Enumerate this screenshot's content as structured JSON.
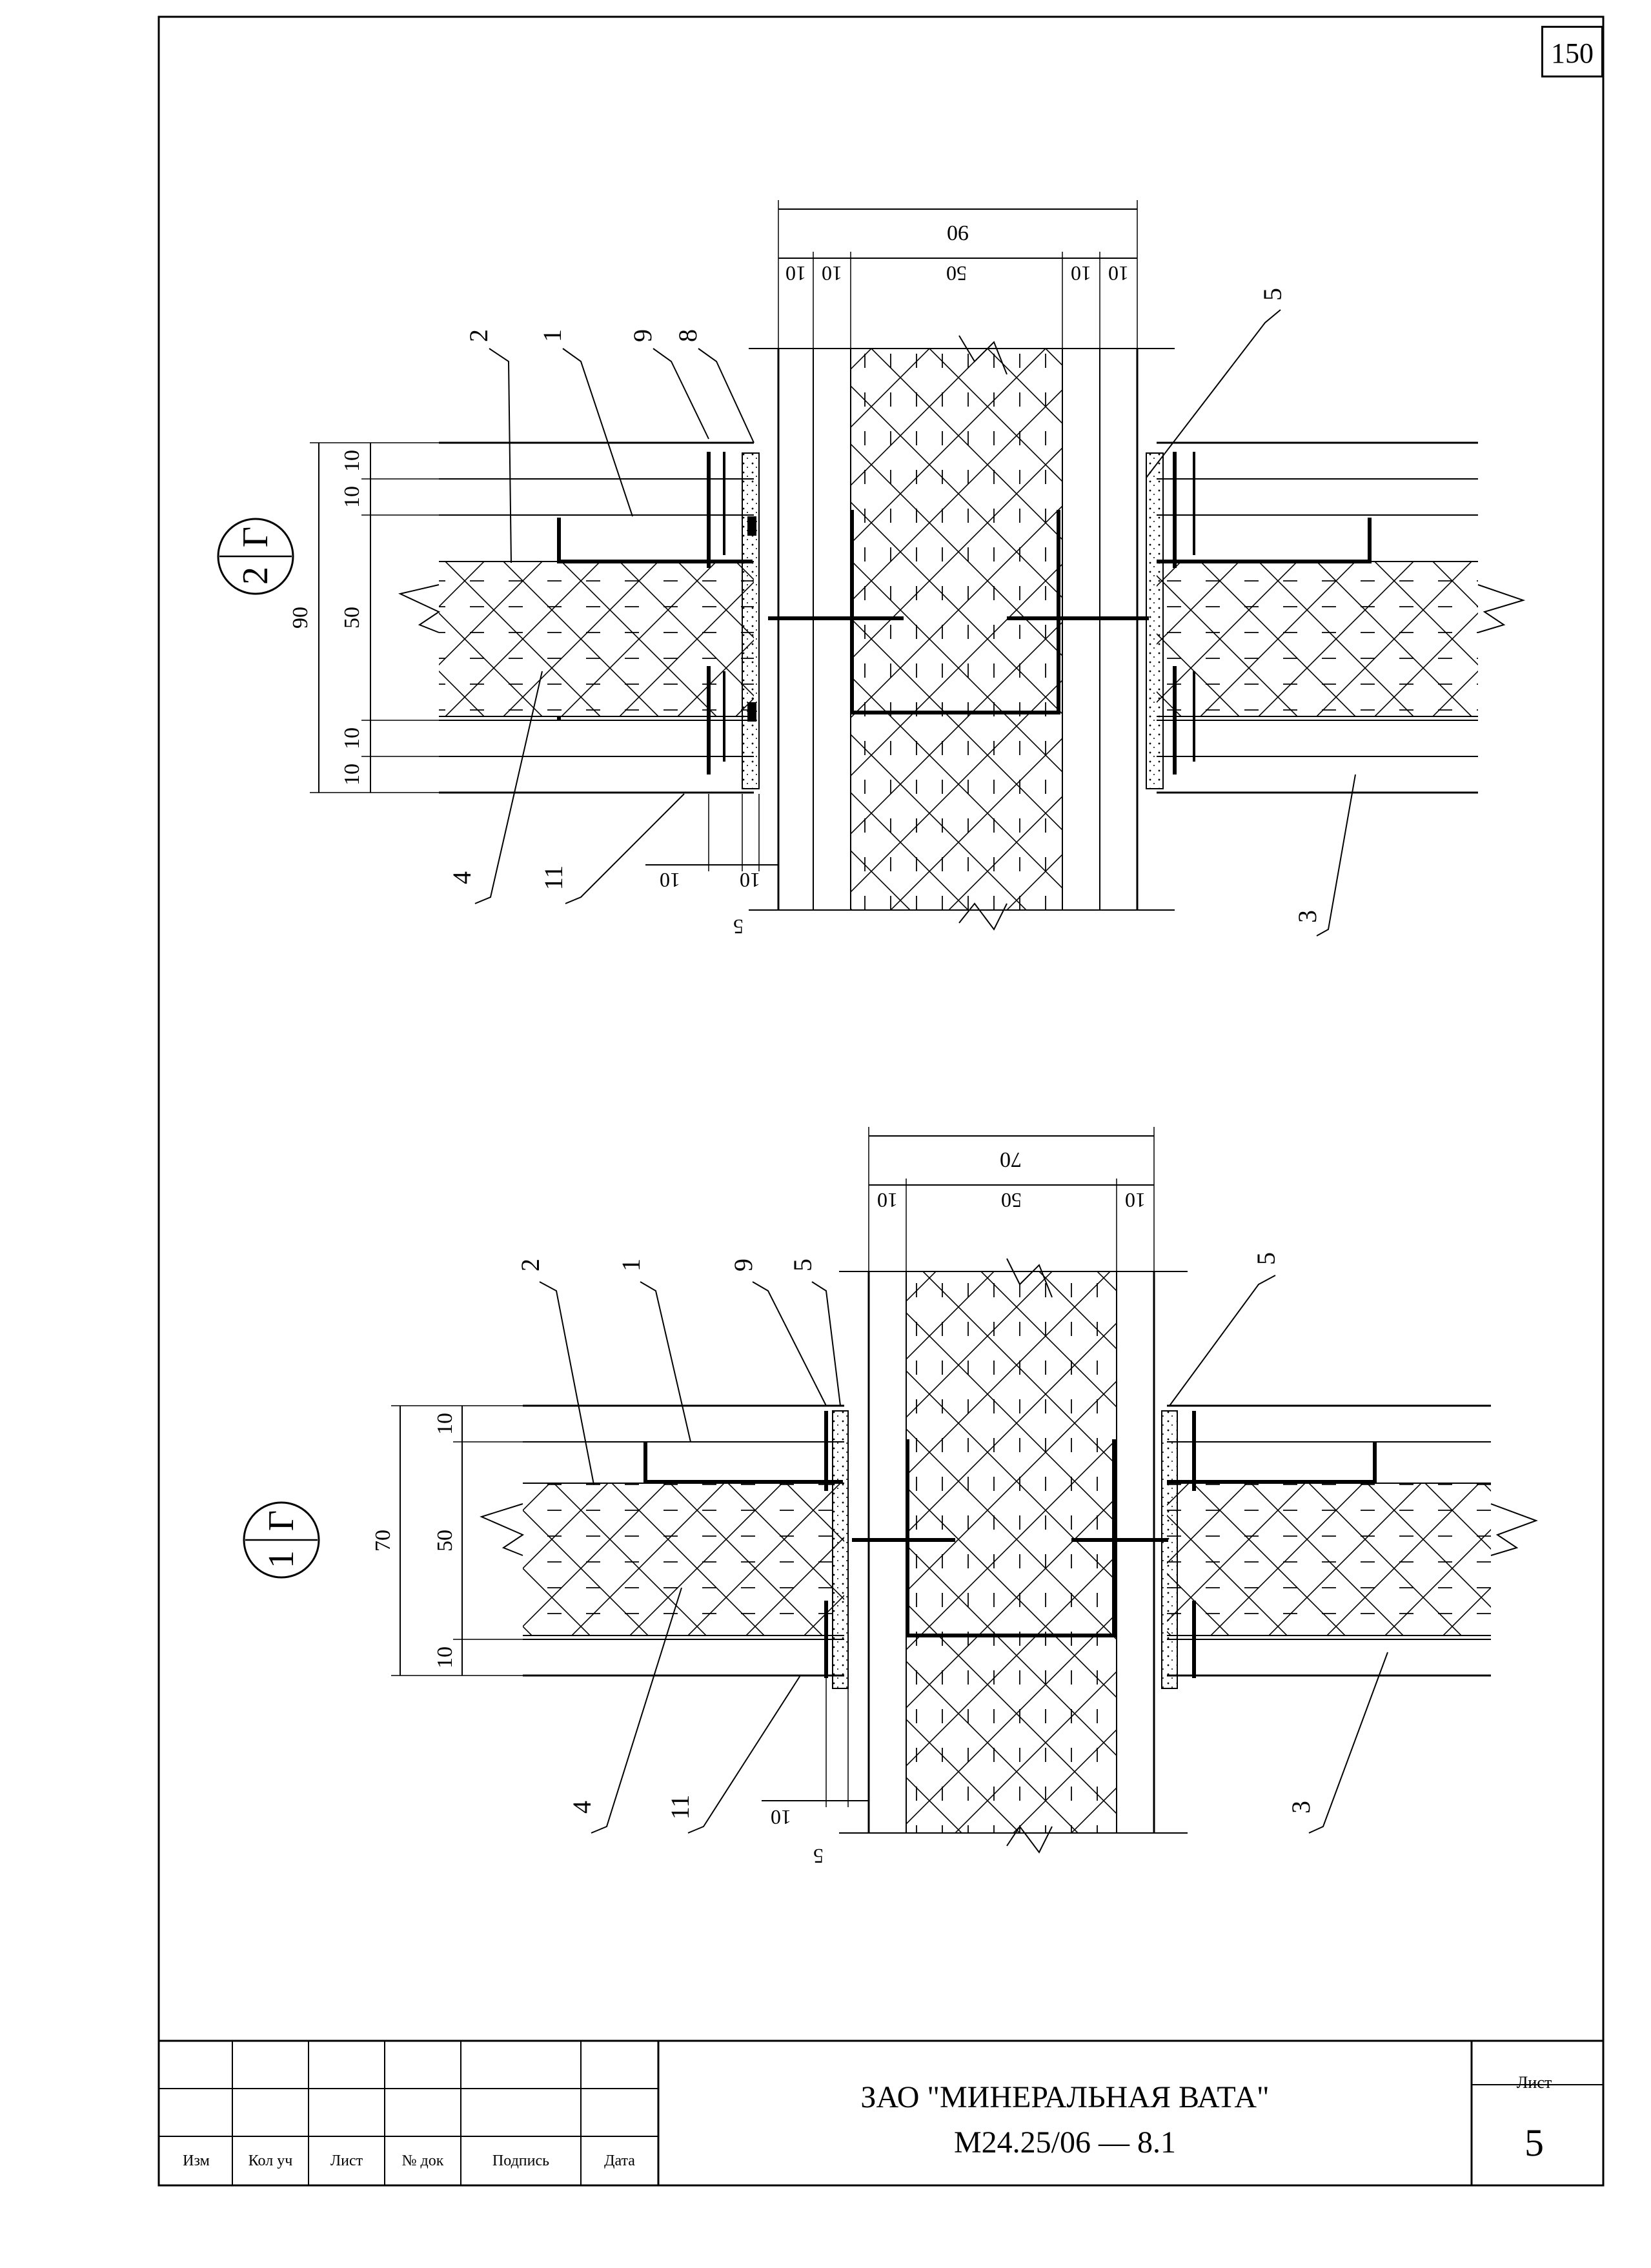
{
  "page_number": "150",
  "details": [
    {
      "id": "detail-G2",
      "marker": {
        "letter": "Г",
        "number": "2"
      },
      "dimensions": {
        "wall_total": "90",
        "wall_parts": [
          "10",
          "10",
          "50",
          "10",
          "10"
        ],
        "column_total": "90",
        "column_parts": [
          "10",
          "10",
          "50",
          "10",
          "10"
        ],
        "bottom": [
          "10",
          "10",
          "5"
        ]
      },
      "callouts": [
        "2",
        "1",
        "9",
        "8",
        "5",
        "4",
        "11",
        "3"
      ]
    },
    {
      "id": "detail-G1",
      "marker": {
        "letter": "Г",
        "number": "1"
      },
      "dimensions": {
        "wall_total": "70",
        "wall_parts": [
          "10",
          "50",
          "10"
        ],
        "column_total": "70",
        "column_parts": [
          "10",
          "50",
          "10"
        ],
        "bottom": [
          "10",
          "5"
        ]
      },
      "callouts": [
        "2",
        "1",
        "9",
        "5",
        "5",
        "4",
        "11",
        "3"
      ]
    }
  ],
  "title_block": {
    "columns": [
      "Изм",
      "Кол уч",
      "Лист",
      "№ док",
      "Подпись",
      "Дата"
    ],
    "organization": "ЗАО \"МИНЕРАЛЬНАЯ ВАТА\"",
    "document_code": "М24.25/06  —  8.1",
    "sheet_label": "Лист",
    "sheet_number": "5"
  }
}
